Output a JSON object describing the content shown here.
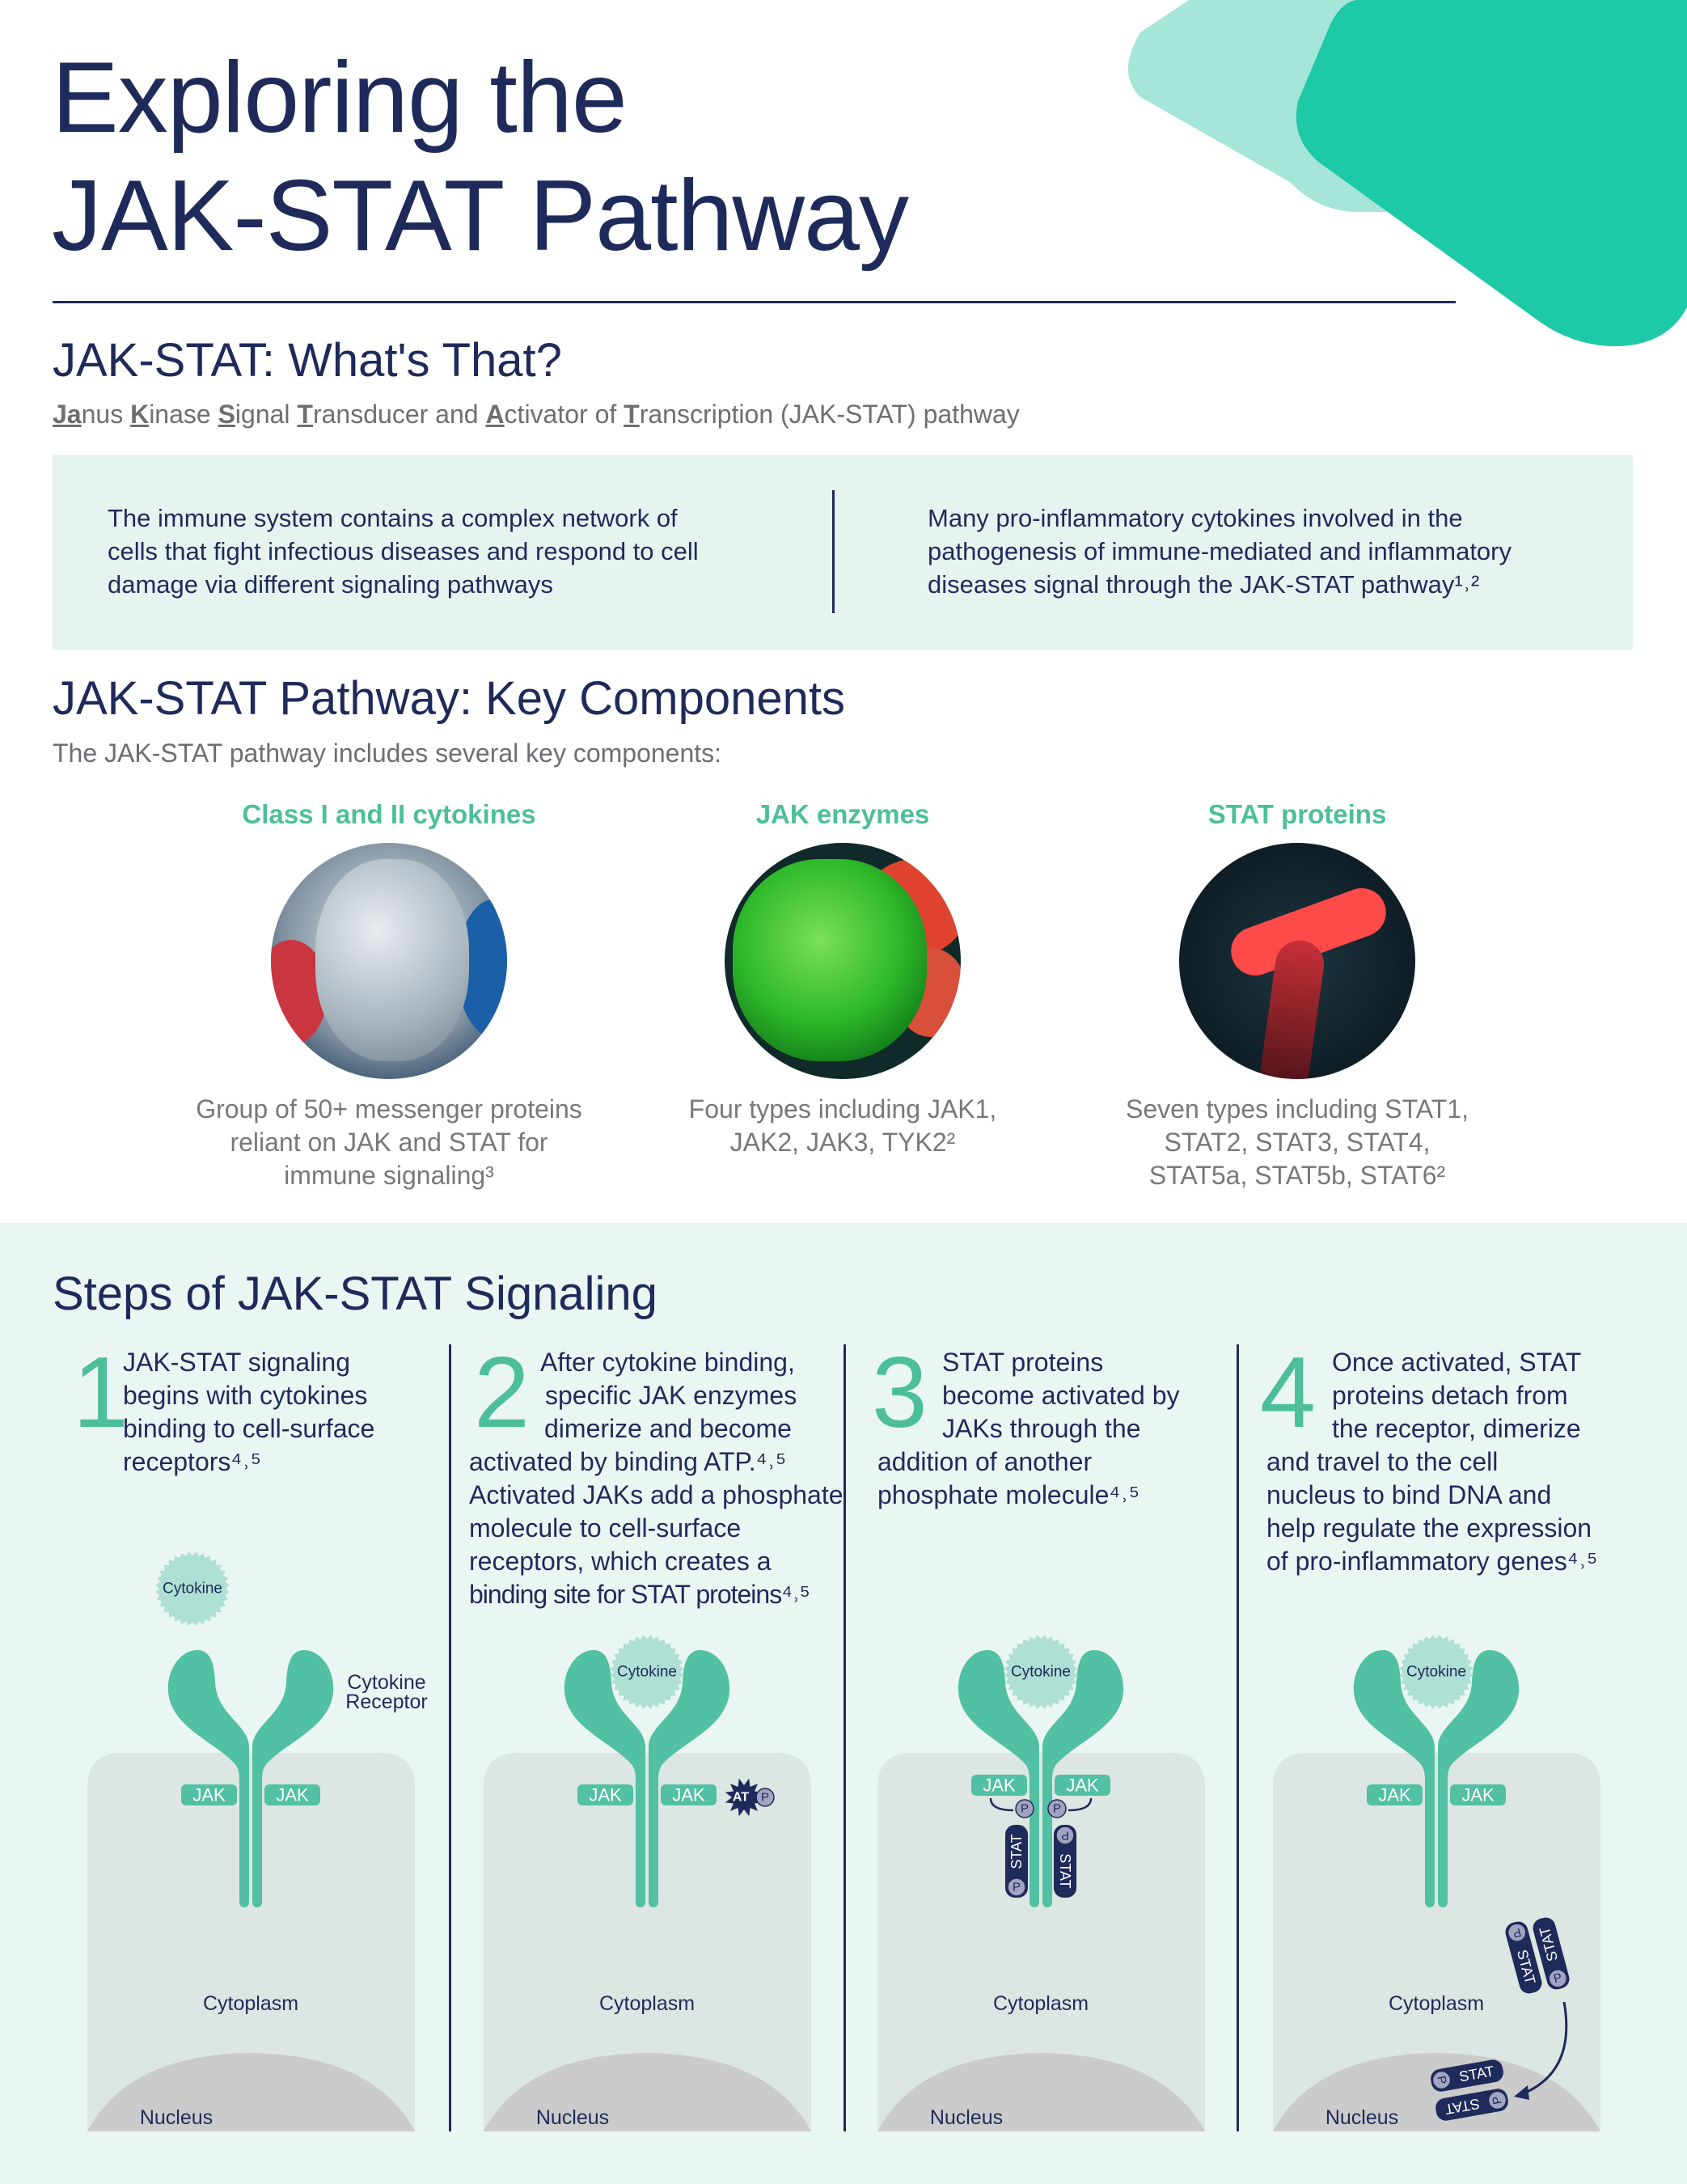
{
  "colors": {
    "navy": "#1e2a5a",
    "teal": "#4cbf9a",
    "mint": "#a6e6d8",
    "accent_teal": "#1ec9a8",
    "box_bg": "#e6f4f0",
    "steps_bg": "#eaf6f2",
    "cell": "#dce6e2",
    "nucleus": "#cbcbcb",
    "gray_text": "#6d6e71"
  },
  "title": {
    "line1": "Exploring the",
    "line2": "JAK-STAT Pathway"
  },
  "whats_that": {
    "heading": "JAK-STAT: What's That?",
    "acronym": [
      {
        "t": "Ja",
        "b": true
      },
      {
        "t": "nus ",
        "b": false
      },
      {
        "t": "K",
        "b": true
      },
      {
        "t": "inase ",
        "b": false
      },
      {
        "t": "S",
        "b": true
      },
      {
        "t": "ignal ",
        "b": false
      },
      {
        "t": "T",
        "b": true
      },
      {
        "t": "ransducer and ",
        "b": false
      },
      {
        "t": "A",
        "b": true
      },
      {
        "t": "ctivator of ",
        "b": false
      },
      {
        "t": "T",
        "b": true
      },
      {
        "t": "ranscription (JAK-STAT) pathway",
        "b": false
      }
    ],
    "left": [
      "The immune system contains a complex network of",
      "cells that fight infectious diseases and respond to cell",
      "damage via different signaling pathways"
    ],
    "right": [
      "Many pro-inflammatory cytokines involved in the",
      "pathogenesis of immune-mediated and inflammatory",
      "diseases signal through the JAK-STAT pathway¹˒²"
    ]
  },
  "components": {
    "heading": "JAK-STAT Pathway: Key Components",
    "subtitle": "The JAK-STAT pathway includes several key components:",
    "items": [
      {
        "title": "Class I and II cytokines",
        "caption": [
          "Group of 50+ messenger proteins",
          "reliant on JAK and STAT for",
          "immune signaling³"
        ],
        "image": "cytokine-protein-render"
      },
      {
        "title": "JAK enzymes",
        "caption": [
          "Four types including JAK1,",
          "JAK2, JAK3, TYK2²"
        ],
        "image": "jak-enzyme-render"
      },
      {
        "title": "STAT proteins",
        "caption": [
          "Seven types including STAT1,",
          "STAT2, STAT3, STAT4,",
          "STAT5a, STAT5b, STAT6²"
        ],
        "image": "stat-protein-render"
      }
    ]
  },
  "steps": {
    "heading": "Steps of JAK-STAT Signaling",
    "items": [
      {
        "number": "1",
        "lines": [
          "JAK-STAT signaling",
          "begins with cytokines",
          "binding to cell-surface",
          "receptors⁴˒⁵"
        ]
      },
      {
        "number": "2",
        "lines": [
          "After cytokine binding,",
          "specific JAK enzymes",
          "dimerize and become",
          "activated by binding ATP.⁴˒⁵",
          "Activated JAKs add a phosphate",
          "molecule to cell-surface",
          "receptors, which creates a",
          "binding site for STAT proteins⁴˒⁵"
        ]
      },
      {
        "number": "3",
        "lines": [
          "STAT proteins",
          "become activated by",
          "JAKs through the",
          "addition of another",
          "phosphate molecule⁴˒⁵"
        ]
      },
      {
        "number": "4",
        "lines": [
          "Once activated, STAT",
          "proteins detach from",
          "the receptor, dimerize",
          "and travel to the cell",
          "nucleus to bind DNA and",
          "help regulate the expression",
          "of pro-inflammatory genes⁴˒⁵"
        ]
      }
    ],
    "diagram": {
      "cytokine": "Cytokine",
      "receptor_l1": "Cytokine",
      "receptor_l2": "Receptor",
      "jak": "JAK",
      "stat": "STAT",
      "p": "P",
      "atp": "ATP",
      "cytoplasm": "Cytoplasm",
      "nucleus": "Nucleus"
    }
  }
}
